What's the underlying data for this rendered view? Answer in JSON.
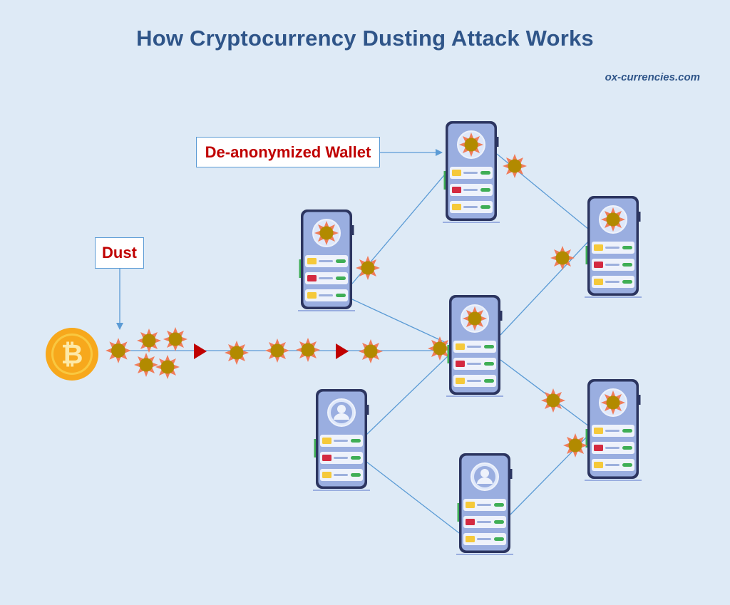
{
  "title": "How Cryptocurrency Dusting Attack Works",
  "watermark": "ox-currencies.com",
  "labels": {
    "wallet": "De-anonymized Wallet",
    "dust": "Dust"
  },
  "bitcoin": {
    "symbol": "₿"
  },
  "colors": {
    "background": "#deeaf6",
    "title": "#2f5589",
    "label_text": "#c00000",
    "label_border": "#5b9bd5",
    "line": "#5b9bd5",
    "dust_center": "#b28a00",
    "dust_spikes": "#f07c5a",
    "phone_body": "#9aaee0",
    "phone_border": "#2c3560",
    "card_yellow": "#f5c93a",
    "card_red": "#d42a40",
    "card_green": "#3fae55",
    "bitcoin_gold": "#f7a81c",
    "arrow_red": "#c00000"
  },
  "icons": {
    "bitcoin": "bitcoin-icon",
    "dust": "dust-particle-icon",
    "phone": "smartphone-wallet-icon",
    "user": "user-avatar-icon",
    "flow_arrow": "triangle-arrow-icon"
  }
}
